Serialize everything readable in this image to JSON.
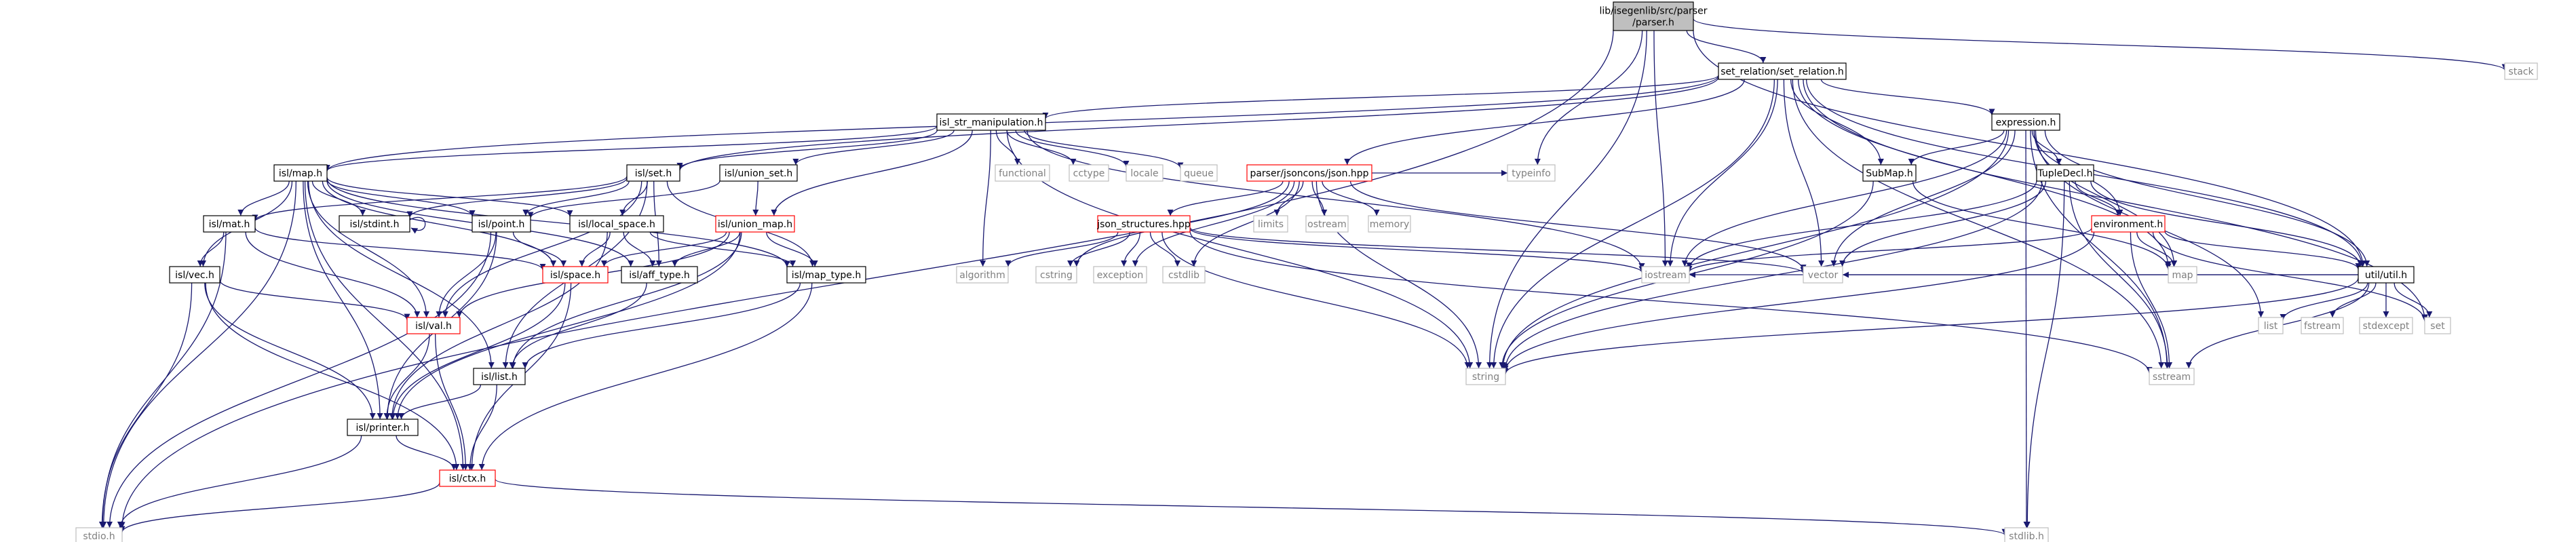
{
  "graph": {
    "root": "lib/isegenlib/src/parser/parser.h",
    "colors": {
      "edge": "#191970",
      "node_border": "#000000",
      "system_border": "#bfbfbf",
      "missing_border": "#ff0000",
      "root_fill": "#bfbfbf",
      "system_text": "#808080"
    },
    "nodes": [
      {
        "id": "parser",
        "lines": [
          "lib/isegenlib/src/parser",
          "/parser.h"
        ],
        "kind": "root"
      },
      {
        "id": "stack",
        "lines": [
          "stack"
        ],
        "kind": "system"
      },
      {
        "id": "set_relation",
        "lines": [
          "set_relation/set_relation.h"
        ],
        "kind": "local"
      },
      {
        "id": "isl_str_manipulation",
        "lines": [
          "isl_str_manipulation.h"
        ],
        "kind": "local"
      },
      {
        "id": "expression",
        "lines": [
          "expression.h"
        ],
        "kind": "local"
      },
      {
        "id": "isl_map",
        "lines": [
          "isl/map.h"
        ],
        "kind": "local"
      },
      {
        "id": "isl_set",
        "lines": [
          "isl/set.h"
        ],
        "kind": "local"
      },
      {
        "id": "isl_union_set",
        "lines": [
          "isl/union_set.h"
        ],
        "kind": "local"
      },
      {
        "id": "functional",
        "lines": [
          "functional"
        ],
        "kind": "system"
      },
      {
        "id": "cctype",
        "lines": [
          "cctype"
        ],
        "kind": "system"
      },
      {
        "id": "locale",
        "lines": [
          "locale"
        ],
        "kind": "system"
      },
      {
        "id": "queue",
        "lines": [
          "queue"
        ],
        "kind": "system"
      },
      {
        "id": "json_hpp",
        "lines": [
          "parser/jsoncons/json.hpp"
        ],
        "kind": "missing"
      },
      {
        "id": "limits",
        "lines": [
          "limits"
        ],
        "kind": "system"
      },
      {
        "id": "ostream",
        "lines": [
          "ostream"
        ],
        "kind": "system"
      },
      {
        "id": "memory",
        "lines": [
          "memory"
        ],
        "kind": "system"
      },
      {
        "id": "typeinfo",
        "lines": [
          "typeinfo"
        ],
        "kind": "system"
      },
      {
        "id": "submap",
        "lines": [
          "SubMap.h"
        ],
        "kind": "local"
      },
      {
        "id": "tupledecl",
        "lines": [
          "TupleDecl.h"
        ],
        "kind": "local"
      },
      {
        "id": "environment",
        "lines": [
          "environment.h"
        ],
        "kind": "missing"
      },
      {
        "id": "util",
        "lines": [
          "util/util.h"
        ],
        "kind": "local"
      },
      {
        "id": "isl_mat",
        "lines": [
          "isl/mat.h"
        ],
        "kind": "local"
      },
      {
        "id": "isl_stdint",
        "lines": [
          "isl/stdint.h"
        ],
        "kind": "local"
      },
      {
        "id": "isl_point",
        "lines": [
          "isl/point.h"
        ],
        "kind": "local"
      },
      {
        "id": "isl_local_space",
        "lines": [
          "isl/local_space.h"
        ],
        "kind": "local"
      },
      {
        "id": "isl_union_map",
        "lines": [
          "isl/union_map.h"
        ],
        "kind": "missing"
      },
      {
        "id": "json_structures",
        "lines": [
          "json_structures.hpp"
        ],
        "kind": "missing"
      },
      {
        "id": "isl_vec",
        "lines": [
          "isl/vec.h"
        ],
        "kind": "local"
      },
      {
        "id": "isl_space",
        "lines": [
          "isl/space.h"
        ],
        "kind": "missing"
      },
      {
        "id": "isl_aff_type",
        "lines": [
          "isl/aff_type.h"
        ],
        "kind": "local"
      },
      {
        "id": "isl_map_type",
        "lines": [
          "isl/map_type.h"
        ],
        "kind": "local"
      },
      {
        "id": "algorithm",
        "lines": [
          "algorithm"
        ],
        "kind": "system"
      },
      {
        "id": "cstring",
        "lines": [
          "cstring"
        ],
        "kind": "system"
      },
      {
        "id": "exception",
        "lines": [
          "exception"
        ],
        "kind": "system"
      },
      {
        "id": "cstdlib",
        "lines": [
          "cstdlib"
        ],
        "kind": "system"
      },
      {
        "id": "iostream",
        "lines": [
          "iostream"
        ],
        "kind": "system"
      },
      {
        "id": "vector",
        "lines": [
          "vector"
        ],
        "kind": "system"
      },
      {
        "id": "map",
        "lines": [
          "map"
        ],
        "kind": "system"
      },
      {
        "id": "isl_val",
        "lines": [
          "isl/val.h"
        ],
        "kind": "missing"
      },
      {
        "id": "list",
        "lines": [
          "list"
        ],
        "kind": "system"
      },
      {
        "id": "fstream",
        "lines": [
          "fstream"
        ],
        "kind": "system"
      },
      {
        "id": "stdexcept",
        "lines": [
          "stdexcept"
        ],
        "kind": "system"
      },
      {
        "id": "set",
        "lines": [
          "set"
        ],
        "kind": "system"
      },
      {
        "id": "isl_list",
        "lines": [
          "isl/list.h"
        ],
        "kind": "local"
      },
      {
        "id": "string",
        "lines": [
          "string"
        ],
        "kind": "system"
      },
      {
        "id": "sstream",
        "lines": [
          "sstream"
        ],
        "kind": "system"
      },
      {
        "id": "isl_printer",
        "lines": [
          "isl/printer.h"
        ],
        "kind": "local"
      },
      {
        "id": "isl_ctx",
        "lines": [
          "isl/ctx.h"
        ],
        "kind": "missing"
      },
      {
        "id": "stdio",
        "lines": [
          "stdio.h"
        ],
        "kind": "system"
      },
      {
        "id": "stdlib",
        "lines": [
          "stdlib.h"
        ],
        "kind": "system"
      }
    ],
    "edges": [
      [
        "parser",
        "stack"
      ],
      [
        "parser",
        "set_relation"
      ],
      [
        "parser",
        "iostream"
      ],
      [
        "parser",
        "string"
      ],
      [
        "parser",
        "util"
      ],
      [
        "parser",
        "typeinfo"
      ],
      [
        "parser",
        "stdio"
      ],
      [
        "set_relation",
        "isl_str_manipulation"
      ],
      [
        "set_relation",
        "expression"
      ],
      [
        "set_relation",
        "isl_map"
      ],
      [
        "set_relation",
        "isl_set"
      ],
      [
        "set_relation",
        "json_hpp"
      ],
      [
        "set_relation",
        "submap"
      ],
      [
        "set_relation",
        "iostream"
      ],
      [
        "set_relation",
        "vector"
      ],
      [
        "set_relation",
        "string"
      ],
      [
        "set_relation",
        "map"
      ],
      [
        "set_relation",
        "set"
      ],
      [
        "set_relation",
        "util"
      ],
      [
        "set_relation",
        "sstream"
      ],
      [
        "isl_str_manipulation",
        "isl_set"
      ],
      [
        "isl_str_manipulation",
        "isl_map"
      ],
      [
        "isl_str_manipulation",
        "isl_union_set"
      ],
      [
        "isl_str_manipulation",
        "isl_union_map"
      ],
      [
        "isl_str_manipulation",
        "functional"
      ],
      [
        "isl_str_manipulation",
        "cctype"
      ],
      [
        "isl_str_manipulation",
        "locale"
      ],
      [
        "isl_str_manipulation",
        "queue"
      ],
      [
        "isl_str_manipulation",
        "algorithm"
      ],
      [
        "isl_str_manipulation",
        "string"
      ],
      [
        "isl_str_manipulation",
        "iostream"
      ],
      [
        "expression",
        "submap"
      ],
      [
        "expression",
        "tupledecl"
      ],
      [
        "expression",
        "environment"
      ],
      [
        "expression",
        "util"
      ],
      [
        "expression",
        "iostream"
      ],
      [
        "expression",
        "vector"
      ],
      [
        "expression",
        "string"
      ],
      [
        "expression",
        "sstream"
      ],
      [
        "expression",
        "list"
      ],
      [
        "expression",
        "stdlib"
      ],
      [
        "expression",
        "map"
      ],
      [
        "json_hpp",
        "json_structures"
      ],
      [
        "json_hpp",
        "limits"
      ],
      [
        "json_hpp",
        "ostream"
      ],
      [
        "json_hpp",
        "memory"
      ],
      [
        "json_hpp",
        "typeinfo"
      ],
      [
        "json_hpp",
        "exception"
      ],
      [
        "json_hpp",
        "cstring"
      ],
      [
        "json_hpp",
        "cstdlib"
      ],
      [
        "json_hpp",
        "vector"
      ],
      [
        "json_hpp",
        "string"
      ],
      [
        "json_structures",
        "algorithm"
      ],
      [
        "json_structures",
        "cstring"
      ],
      [
        "json_structures",
        "exception"
      ],
      [
        "json_structures",
        "cstdlib"
      ],
      [
        "json_structures",
        "iostream"
      ],
      [
        "json_structures",
        "string"
      ],
      [
        "json_structures",
        "sstream"
      ],
      [
        "json_structures",
        "vector"
      ],
      [
        "submap",
        "map"
      ],
      [
        "submap",
        "string"
      ],
      [
        "tupledecl",
        "environment"
      ],
      [
        "tupledecl",
        "util"
      ],
      [
        "tupledecl",
        "iostream"
      ],
      [
        "tupledecl",
        "vector"
      ],
      [
        "tupledecl",
        "string"
      ],
      [
        "tupledecl",
        "sstream"
      ],
      [
        "tupledecl",
        "stdlib"
      ],
      [
        "environment",
        "iostream"
      ],
      [
        "environment",
        "map"
      ],
      [
        "environment",
        "string"
      ],
      [
        "environment",
        "sstream"
      ],
      [
        "environment",
        "util"
      ],
      [
        "environment",
        "set"
      ],
      [
        "util",
        "string"
      ],
      [
        "util",
        "sstream"
      ],
      [
        "util",
        "list"
      ],
      [
        "util",
        "fstream"
      ],
      [
        "util",
        "stdexcept"
      ],
      [
        "util",
        "set"
      ],
      [
        "util",
        "vector"
      ],
      [
        "util",
        "iostream"
      ],
      [
        "isl_map",
        "isl_mat"
      ],
      [
        "isl_map",
        "isl_stdint"
      ],
      [
        "isl_map",
        "isl_local_space"
      ],
      [
        "isl_map",
        "isl_space"
      ],
      [
        "isl_map",
        "isl_vec"
      ],
      [
        "isl_map",
        "isl_point"
      ],
      [
        "isl_map",
        "isl_map_type"
      ],
      [
        "isl_map",
        "isl_val"
      ],
      [
        "isl_map",
        "isl_list"
      ],
      [
        "isl_map",
        "isl_printer"
      ],
      [
        "isl_map",
        "isl_ctx"
      ],
      [
        "isl_map",
        "stdio"
      ],
      [
        "isl_map",
        "isl_aff_type"
      ],
      [
        "isl_set",
        "isl_stdint"
      ],
      [
        "isl_set",
        "isl_point"
      ],
      [
        "isl_set",
        "isl_local_space"
      ],
      [
        "isl_set",
        "isl_map_type"
      ],
      [
        "isl_set",
        "isl_list"
      ],
      [
        "isl_set",
        "isl_mat"
      ],
      [
        "isl_set",
        "isl_val"
      ],
      [
        "isl_set",
        "isl_aff_type"
      ],
      [
        "isl_union_set",
        "isl_union_map"
      ],
      [
        "isl_union_set",
        "isl_point"
      ],
      [
        "isl_union_map",
        "isl_space"
      ],
      [
        "isl_union_map",
        "isl_map_type"
      ],
      [
        "isl_union_map",
        "isl_aff_type"
      ],
      [
        "isl_union_map",
        "isl_val"
      ],
      [
        "isl_union_map",
        "isl_list"
      ],
      [
        "isl_union_map",
        "isl_printer"
      ],
      [
        "isl_mat",
        "isl_vec"
      ],
      [
        "isl_mat",
        "isl_val"
      ],
      [
        "isl_mat",
        "stdio"
      ],
      [
        "isl_mat",
        "isl_space"
      ],
      [
        "isl_stdint",
        "isl_stdint"
      ],
      [
        "isl_point",
        "isl_space"
      ],
      [
        "isl_point",
        "isl_val"
      ],
      [
        "isl_point",
        "stdio"
      ],
      [
        "isl_point",
        "isl_printer"
      ],
      [
        "isl_local_space",
        "isl_space"
      ],
      [
        "isl_local_space",
        "isl_aff_type"
      ],
      [
        "isl_local_space",
        "isl_map_type"
      ],
      [
        "isl_local_space",
        "isl_printer"
      ],
      [
        "isl_vec",
        "isl_val"
      ],
      [
        "isl_vec",
        "isl_printer"
      ],
      [
        "isl_vec",
        "isl_ctx"
      ],
      [
        "isl_vec",
        "stdio"
      ],
      [
        "isl_space",
        "isl_printer"
      ],
      [
        "isl_space",
        "isl_ctx"
      ],
      [
        "isl_aff_type",
        "isl_list"
      ],
      [
        "isl_map_type",
        "isl_list"
      ],
      [
        "isl_map_type",
        "isl_ctx"
      ],
      [
        "isl_val",
        "isl_printer"
      ],
      [
        "isl_val",
        "isl_ctx"
      ],
      [
        "isl_list",
        "isl_printer"
      ],
      [
        "isl_list",
        "isl_ctx"
      ],
      [
        "isl_printer",
        "isl_ctx"
      ],
      [
        "isl_printer",
        "stdio"
      ],
      [
        "isl_ctx",
        "stdlib"
      ],
      [
        "isl_ctx",
        "stdio"
      ]
    ]
  }
}
